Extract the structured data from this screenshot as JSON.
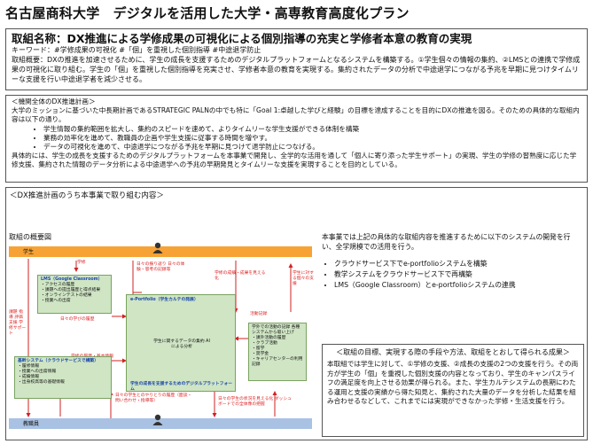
{
  "header": {
    "title": "名古屋商科大学　デジタルを活用した大学・高専教育高度化プラン"
  },
  "summary": {
    "heading": "取組名称：DX推進による学修成果の可視化による個別指導の充実と学修者本意の教育の実現",
    "keywords": "キーワード：#学修成果の可視化 #「個」を重視した個別指導 #中途退学防止",
    "overview": "取組概要：DXの推進を加速させるために、学生の成長を支援するためのデジタルプラットフォームとなるシステムを構築する。①学生個々の情報の集約、②LMSとの連携で学修成果の可視化に取り組む。学生の「個」を重視した個別指導を充実させ、学修者本意の教育を実現する。集約されたデータの分析で中途退学につながる予兆を早期に見つけタイムリーな支援を行い中途退学者を減少させる。"
  },
  "plan": {
    "heading": "＜機関全体のDX推進計画＞",
    "intro": "大学のミッションに基づいた中長期計画であるSTRATEGIC PALNの中でも特に「Goal 1:卓越した学びと経験」の目標を達成することを目的にDXの推進を図る。そのための具体的な取組内容は以下の通り。",
    "items": [
      "学生情報の集約範囲を拡大し、集約のスピードを速めて、よりタイムリーな学生支援ができる体制を構築",
      "業務の効率化を進めて、教職員の企画や学生支援に従事する時間を増やす。",
      "データの可視化を進めて、中途退学につながる予兆を早期に見つけて退学防止につなげる。"
    ],
    "conclusion": "具体的には、学生の成長を支援するためのデジタルプラットフォームを本事業で開発し、全学的な活用を通して「個人に寄り添った学生サポート」の実現、学生の学修の習熟度に応じた学修支援、集約された情報のデータ分析による中途退学への予兆の早期発見とタイムリーな支援を実現することを目的としている。"
  },
  "project": {
    "heading": "＜DX推進計画のうち本事業で取り組む内容＞",
    "diagram_label": "取組の概要図",
    "diagram": {
      "student_bar": "学生",
      "staff_bar": "教職員",
      "lms_title": "LMS（Google Classroom）",
      "lms_items": [
        "・アクセスの履歴",
        "・課題への提出履歴と得点結果",
        "・オンラインテストの結果",
        "・授業への出席"
      ],
      "eportfolio_label": "e-Portfolio（学生カルテの発展）",
      "center_text": "学生に関するデータの集約 AIによる分析",
      "center_bottom": "学生の成長を支援するためのデジタルプラットフォーム",
      "basic_title": "基幹システム（クラウドサービスで構築）",
      "basic_items": [
        "・履修情報",
        "・授業への出席情報",
        "・成績情報",
        "・出身校高等の基礎情報"
      ],
      "activity_title": "学外での活動の記録 各種システムから吸い上げ",
      "activity_items": [
        "・課外活動の履歴",
        "・クラブ活動",
        "・留学",
        "・奨学金",
        "・キャリアセンターの利用記録"
      ],
      "labels": {
        "study": "学修",
        "study_history": "日々の学びの履歴",
        "study_basic_info": "学修の履歴・基本情報",
        "reflection": "日々の振り返り 日々の体験・思考の記録等",
        "career": "学修の成績・成果を見える化",
        "advice": "学生に対する個々の支援",
        "activity_record": "活動記録",
        "support": "日々の学生とのやりとりの履歴（面談・問い合わせ・指導等）",
        "dashboard": "日々の学生の状況を見える化 ダッシュボードでの全体像の把握",
        "guidance": "課題 指導 評価 支援 学修サポート"
      }
    },
    "intro": "本事業では上記の具体的な取組内容を推進するために以下のシステムの開発を行い、全学規模での活用を行う。",
    "items": [
      "クラウドサービス下でe-portfolioシステムを構築",
      "教学システムをクラウドサービス下で再構築",
      "LMS（Google Classroom）とe-portfolioシステムの連携"
    ]
  },
  "goals": {
    "heading": "＜取組の目標、実現する際の手段や方法、取組をとおして得られる成果＞",
    "body": "本取組では学生に対して、①学修の支援、②成長の支援の2つの支援を行う。その両方が学生の「個」を重視した個別支援の内容となっており、学生のキャンパスライフの満足度を向上させる効果が得られる。また、学生カルテシステムの長期にわたる運用と支援の実績から得た知見と、集約された大量のデータを分析した結果を組み合わせるなどして、これまでには実現ができなかった学修・生活支援を行う。"
  },
  "colors": {
    "student_bar": "#f7a234",
    "staff_bar": "#a9c2e3",
    "green_box": "#cfe5c4",
    "arrow": "#d22222"
  }
}
